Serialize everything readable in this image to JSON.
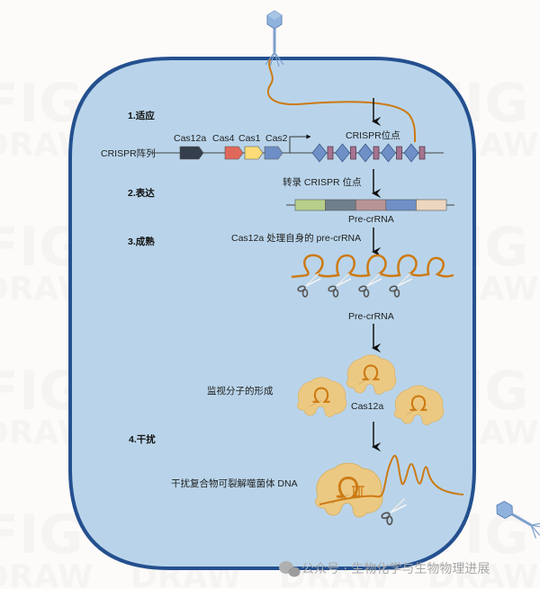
{
  "steps": {
    "adaptation": "1.适应",
    "expression": "2.表达",
    "maturation": "3.成熟",
    "interference": "4.干扰"
  },
  "labels": {
    "crispr_array": "CRISPR阵列",
    "cas12a": "Cas12a",
    "cas4": "Cas4",
    "cas1": "Cas1",
    "cas2": "Cas2",
    "crispr_locus": "CRISPR位点",
    "transcribe": "转录 CRISPR 位点",
    "pre_crrna_1": "Pre-crRNA",
    "processing": "Cas12a 处理自身的 pre-crRNA",
    "pre_crrna_2": "Pre-crRNA",
    "surveillance": "监视分子的形成",
    "cas12a_complex": "Cas12a",
    "cleave": "干扰复合物可裂解噬菌体 DNA"
  },
  "genes": [
    {
      "name": "Cas12a",
      "color": "#353e4c"
    },
    {
      "name": "Cas4",
      "color": "#e0685a"
    },
    {
      "name": "Cas1",
      "color": "#fbdc78"
    },
    {
      "name": "Cas2",
      "color": "#6d8ec6"
    }
  ],
  "crispr_repeats": {
    "repeat_color": "#6f8fc7",
    "spacer_color": "#a67390",
    "count": 5
  },
  "pre_crrna_segments": [
    "#b6cf8a",
    "#6f7f8c",
    "#b89496",
    "#6f8fc7",
    "#ecd6c0"
  ],
  "colors": {
    "cell_fill": "#b9d4ea",
    "cell_border": "#24508f",
    "dna": "#cc7a14",
    "protein": "#ecc982",
    "arrow": "#111111"
  },
  "watermark": {
    "line1": "FIG",
    "line2": "DRAW"
  },
  "footer": {
    "icon": "wechat-icon",
    "text": "公众号 · 生物化学与生物物理进展"
  }
}
